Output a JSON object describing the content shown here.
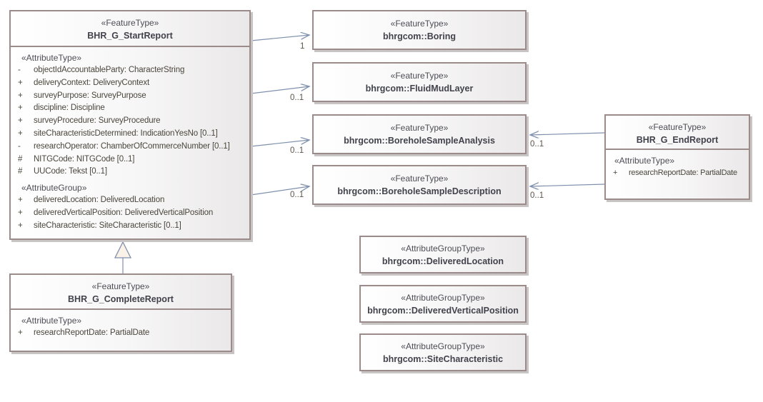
{
  "diagram": {
    "kind": "uml-class-diagram",
    "colors": {
      "box_border": "#9b8b8b",
      "box_fill_left": "#ffffff",
      "box_fill_right": "#eae8e8",
      "connector": "#7f90ad",
      "attribute_text": "#4a463c",
      "title_text": "#42424c",
      "multiplicity_text": "#5b5348"
    },
    "classes": {
      "start_report": {
        "stereotype": "«FeatureType»",
        "name": "BHR_G_StartReport",
        "attr_header": "«AttributeType»",
        "attributes": [
          {
            "vis": "-",
            "text": "objectIdAccountableParty: CharacterString"
          },
          {
            "vis": "+",
            "text": "deliveryContext: DeliveryContext"
          },
          {
            "vis": "+",
            "text": "surveyPurpose: SurveyPurpose"
          },
          {
            "vis": "+",
            "text": "discipline: Discipline"
          },
          {
            "vis": "+",
            "text": "surveyProcedure: SurveyProcedure"
          },
          {
            "vis": "+",
            "text": "siteCharacteristicDetermined: IndicationYesNo [0..1]"
          },
          {
            "vis": "-",
            "text": "researchOperator: ChamberOfCommerceNumber [0..1]"
          },
          {
            "vis": "#",
            "text": "NITGCode: NITGCode [0..1]"
          },
          {
            "vis": "#",
            "text": "UUCode: Tekst [0..1]"
          }
        ],
        "group_header": "«AttributeGroup»",
        "group_attributes": [
          {
            "vis": "+",
            "text": "deliveredLocation: DeliveredLocation"
          },
          {
            "vis": "+",
            "text": "deliveredVerticalPosition: DeliveredVerticalPosition"
          },
          {
            "vis": "+",
            "text": "siteCharacteristic: SiteCharacteristic [0..1]"
          }
        ]
      },
      "boring": {
        "stereotype": "«FeatureType»",
        "name": "bhrgcom::Boring"
      },
      "fluid_mud_layer": {
        "stereotype": "«FeatureType»",
        "name": "bhrgcom::FluidMudLayer"
      },
      "borehole_sample_analysis": {
        "stereotype": "«FeatureType»",
        "name": "bhrgcom::BoreholeSampleAnalysis"
      },
      "borehole_sample_description": {
        "stereotype": "«FeatureType»",
        "name": "bhrgcom::BoreholeSampleDescription"
      },
      "end_report": {
        "stereotype": "«FeatureType»",
        "name": "BHR_G_EndReport",
        "attr_header": "«AttributeType»",
        "attributes": [
          {
            "vis": "+",
            "text": "researchReportDate: PartialDate"
          }
        ]
      },
      "complete_report": {
        "stereotype": "«FeatureType»",
        "name": "BHR_G_CompleteReport",
        "attr_header": "«AttributeType»",
        "attributes": [
          {
            "vis": "+",
            "text": "researchReportDate: PartialDate"
          }
        ]
      },
      "delivered_location": {
        "stereotype": "«AttributeGroupType»",
        "name": "bhrgcom::DeliveredLocation"
      },
      "delivered_vertical_position": {
        "stereotype": "«AttributeGroupType»",
        "name": "bhrgcom::DeliveredVerticalPosition"
      },
      "site_characteristic": {
        "stereotype": "«AttributeGroupType»",
        "name": "bhrgcom::SiteCharacteristic"
      }
    },
    "multiplicities": {
      "boring": "1",
      "fluid_mud_layer": "0..1",
      "sample_analysis_start": "0..1",
      "sample_description_start": "0..1",
      "sample_analysis_end": "0..1",
      "sample_description_end": "0..1"
    }
  }
}
